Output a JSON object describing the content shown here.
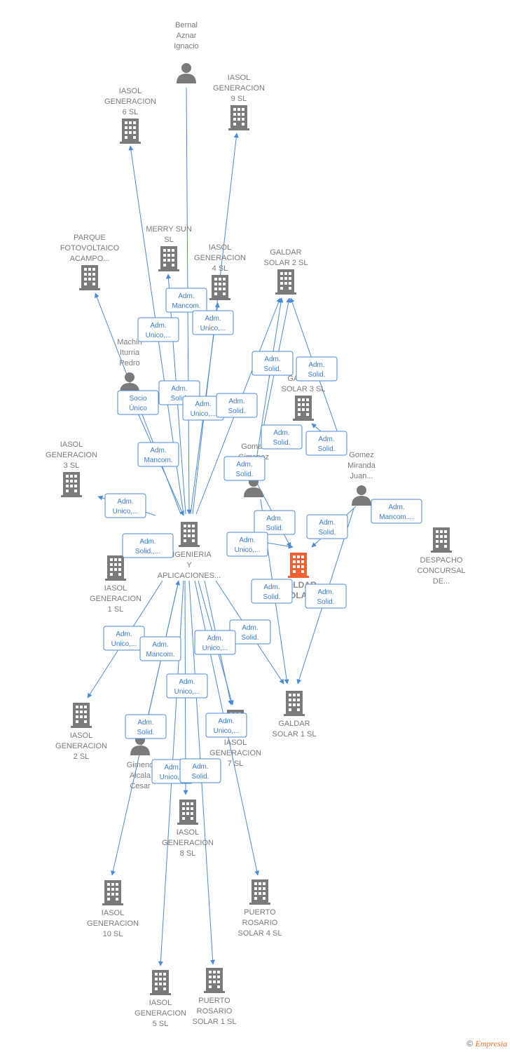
{
  "colors": {
    "edge": "#4a8ad8",
    "node": "#7a7a7a",
    "focus": "#f06030",
    "relation_text": "#3a7bd5"
  },
  "nodes": [
    {
      "id": "bernal",
      "type": "person",
      "lines": [
        "Bernal",
        "Aznar",
        "Ignacio"
      ]
    },
    {
      "id": "iasol9",
      "type": "company",
      "lines": [
        "IASOL",
        "GENERACION",
        "9  SL"
      ]
    },
    {
      "id": "iasol6",
      "type": "company",
      "lines": [
        "IASOL",
        "GENERACION",
        "6  SL"
      ]
    },
    {
      "id": "parque",
      "type": "company",
      "lines": [
        "PARQUE",
        "FOTOVOLTAICO",
        "ACAMPO..."
      ]
    },
    {
      "id": "merry",
      "type": "company",
      "lines": [
        "MERRY SUN",
        "SL"
      ]
    },
    {
      "id": "iasol4",
      "type": "company",
      "lines": [
        "IASOL",
        "GENERACION",
        "4  SL"
      ]
    },
    {
      "id": "galdar2",
      "type": "company",
      "lines": [
        "GALDAR",
        "SOLAR 2  SL"
      ]
    },
    {
      "id": "machin",
      "type": "person",
      "lines": [
        "Machin",
        "Iturria",
        "Pedro"
      ]
    },
    {
      "id": "galdar3",
      "type": "company",
      "lines": [
        "GALDAR",
        "SOLAR 3  SL"
      ]
    },
    {
      "id": "gomezgim",
      "type": "person",
      "lines": [
        "Gomez",
        "Gimenez",
        "..."
      ]
    },
    {
      "id": "gomezmir",
      "type": "person",
      "lines": [
        "Gomez",
        "Miranda",
        "Juan..."
      ]
    },
    {
      "id": "iasol3",
      "type": "company",
      "lines": [
        "IASOL",
        "GENERACION",
        "3  SL"
      ]
    },
    {
      "id": "ingenieria",
      "type": "company",
      "lines": [
        "INGENIERIA",
        "Y",
        "APLICACIONES..."
      ]
    },
    {
      "id": "galdarfocus",
      "type": "focus",
      "lines": [
        "GALDAR",
        "SOLAR"
      ]
    },
    {
      "id": "despacho",
      "type": "company",
      "lines": [
        "DESPACHO",
        "CONCURSAL",
        "DE..."
      ]
    },
    {
      "id": "iasol1",
      "type": "company",
      "lines": [
        "IASOL",
        "GENERACION",
        "1  SL"
      ]
    },
    {
      "id": "iasol2",
      "type": "company",
      "lines": [
        "IASOL",
        "GENERACION",
        "2  SL"
      ]
    },
    {
      "id": "galdar1",
      "type": "company",
      "lines": [
        "GALDAR",
        "SOLAR 1  SL"
      ]
    },
    {
      "id": "gimeno",
      "type": "person",
      "lines": [
        "Gimeno",
        "Alcala",
        "Cesar"
      ]
    },
    {
      "id": "iasol7",
      "type": "company",
      "lines": [
        "IASOL",
        "GENERACION",
        "7  SL"
      ]
    },
    {
      "id": "iasol8",
      "type": "company",
      "lines": [
        "IASOL",
        "GENERACION",
        "8  SL"
      ]
    },
    {
      "id": "iasol10",
      "type": "company",
      "lines": [
        "IASOL",
        "GENERACION",
        "10  SL"
      ]
    },
    {
      "id": "puerto4",
      "type": "company",
      "lines": [
        "PUERTO",
        "ROSARIO",
        "SOLAR 4  SL"
      ]
    },
    {
      "id": "iasol5",
      "type": "company",
      "lines": [
        "IASOL",
        "GENERACION",
        "5  SL"
      ]
    },
    {
      "id": "puerto1",
      "type": "company",
      "lines": [
        "PUERTO",
        "ROSARIO",
        "SOLAR 1  SL"
      ]
    }
  ],
  "relations": [
    [
      "Adm.",
      "Mancom."
    ],
    [
      "Adm.",
      "Unico,..."
    ],
    [
      "Adm.",
      "Unico,..."
    ],
    [
      "Adm.",
      "Solid."
    ],
    [
      "Adm.",
      "Solid."
    ],
    [
      "Socio",
      "Único"
    ],
    [
      "Adm.",
      "Solid."
    ],
    [
      "Adm.",
      "Unico,..."
    ],
    [
      "Adm.",
      "Solid."
    ],
    [
      "Adm.",
      "Solid."
    ],
    [
      "Adm.",
      "Solid."
    ],
    [
      "Adm.",
      "Mancom."
    ],
    [
      "Adm.",
      "Solid."
    ],
    [
      "Adm.",
      "Unico,..."
    ],
    [
      "Adm.",
      "Mancom...."
    ],
    [
      "Adm.",
      "Solid."
    ],
    [
      "Adm.",
      "Solid."
    ],
    [
      "Adm.",
      "Unico,..."
    ],
    [
      "Adm.",
      "Solid.,..."
    ],
    [
      "Adm.",
      "Solid."
    ],
    [
      "Adm.",
      "Solid."
    ],
    [
      "Adm.",
      "Solid."
    ],
    [
      "Adm.",
      "Unico,..."
    ],
    [
      "Adm.",
      "Mancom."
    ],
    [
      "Adm.",
      "Unico,..."
    ],
    [
      "Adm.",
      "Unico,..."
    ],
    [
      "Adm.",
      "Solid."
    ],
    [
      "Adm.",
      "Unico,..."
    ],
    [
      "Adm.",
      "Unico,..."
    ],
    [
      "Adm.",
      "Solid."
    ]
  ],
  "watermark": {
    "symbol": "©",
    "brand": "Empresia"
  }
}
